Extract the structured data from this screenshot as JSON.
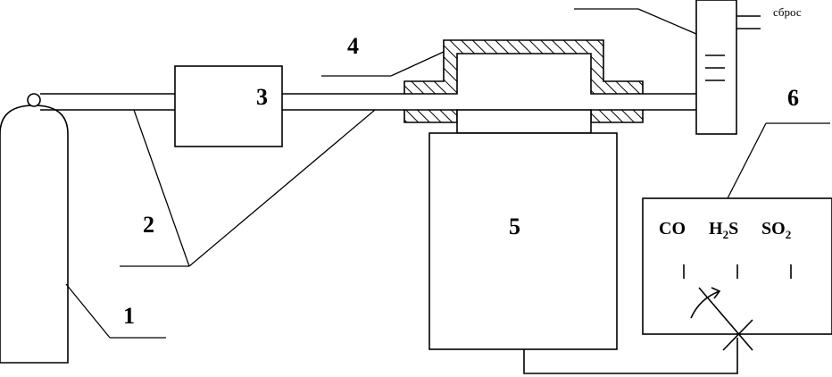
{
  "labels": {
    "n1": "1",
    "n2": "2",
    "n3": "3",
    "n4": "4",
    "n5": "5",
    "n6": "6",
    "sbros": "сброс"
  },
  "gases": {
    "co": "CO",
    "h2s_main": "H",
    "h2s_sub": "2",
    "h2s_tail": "S",
    "so2_main": "SO",
    "so2_sub": "2"
  }
}
